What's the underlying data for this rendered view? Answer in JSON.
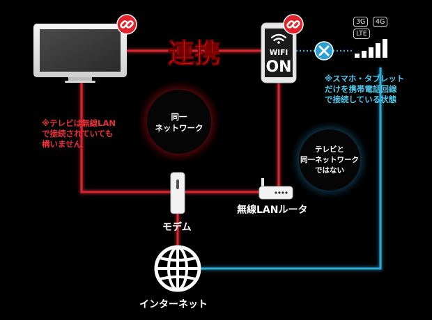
{
  "link_label": "連携",
  "phone_screen": {
    "line1": "WIFI",
    "line2": "ON"
  },
  "network_badges": [
    "3G",
    "4G",
    "LTE"
  ],
  "notes": {
    "tv": [
      "※テレビは無線LAN",
      "で接続されていても",
      "構いません"
    ],
    "phone": [
      "※スマホ・タブレット",
      "だけを携帯電話回線",
      "で接続している状態"
    ]
  },
  "circles": {
    "same_network": [
      "同一",
      "ネットワーク"
    ],
    "not_same_network": [
      "テレビと",
      "同一ネットワーク",
      "ではない"
    ]
  },
  "labels": {
    "modem": "モデム",
    "router": "無線LANルータ",
    "internet": "インターネット"
  },
  "icons": {
    "link": "link-icon",
    "disconnected": "x-icon",
    "wifi": "wifi-icon",
    "globe": "globe-icon",
    "signal": "signal-bars-icon"
  },
  "colors": {
    "background": "#000000",
    "red_line": "#d9252f",
    "blue_line": "#2fa9d8",
    "link_badge": "#e3232c",
    "x_badge": "#2a9fd6"
  }
}
